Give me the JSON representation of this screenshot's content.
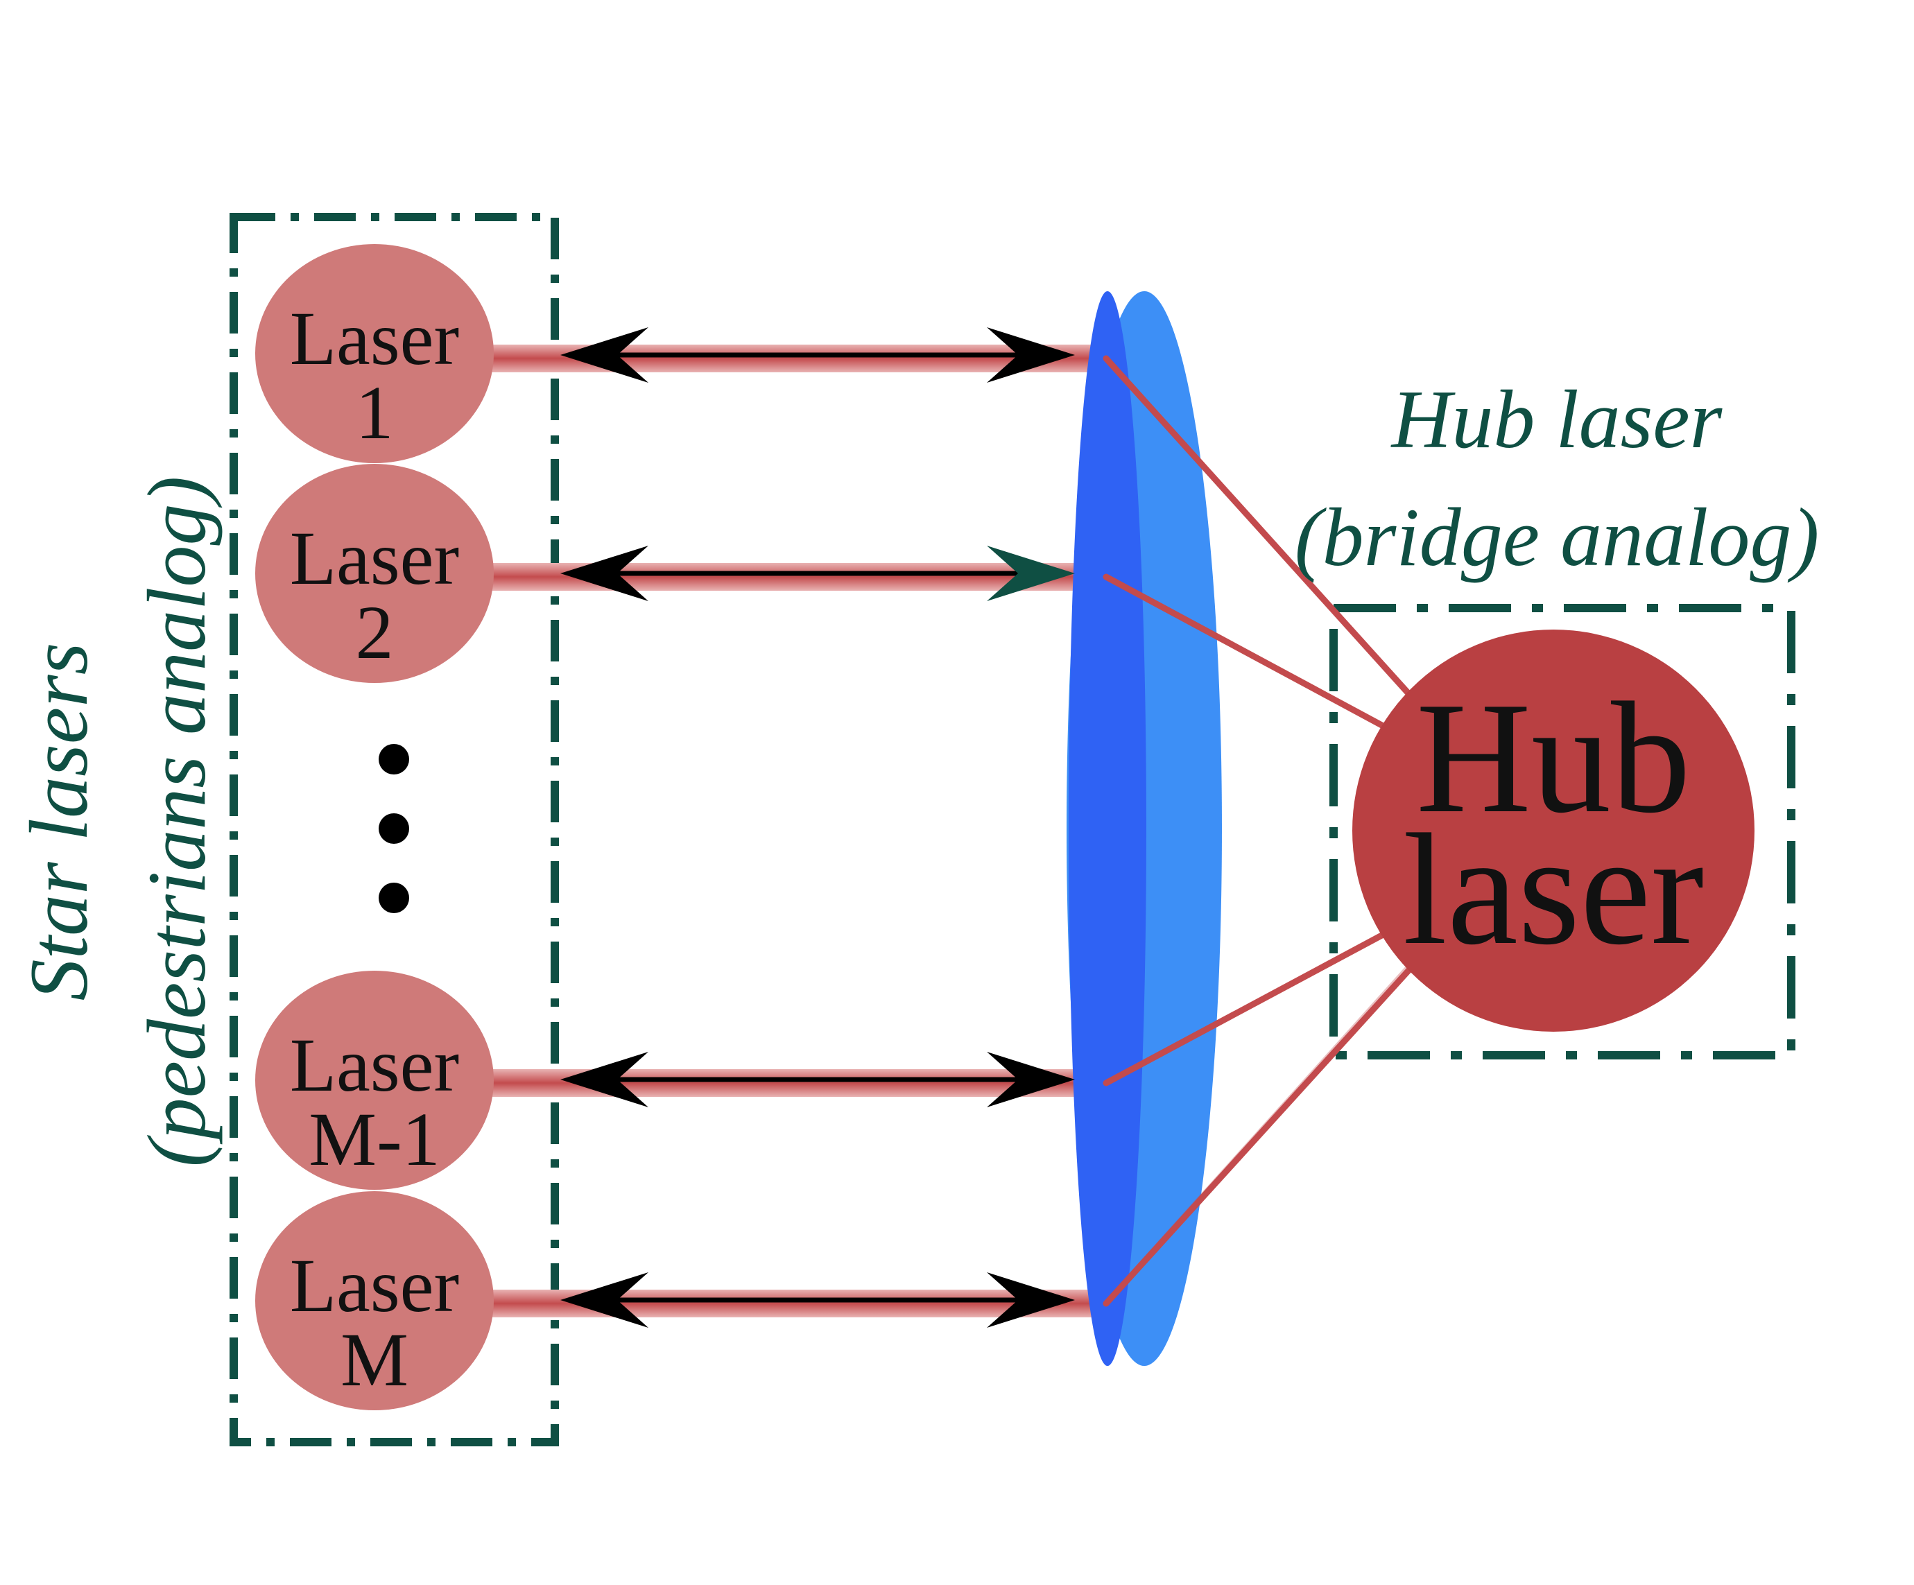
{
  "colors": {
    "star_laser_fill": "#cf7a79",
    "hub_laser_fill": "#b94042",
    "beam": "#c34b4d",
    "frame": "#0f4f43",
    "lens_front": "#2f62f4",
    "lens_back": "#3d8ff6",
    "arrow": "#000000"
  },
  "star_group": {
    "label_line1": "Star lasers",
    "label_line2": "(pedestrians analog)"
  },
  "star_lasers": [
    {
      "line1": "Laser",
      "line2": "1"
    },
    {
      "line1": "Laser",
      "line2": "2"
    },
    {
      "line1": "Laser",
      "line2": "M-1"
    },
    {
      "line1": "Laser",
      "line2": "M"
    }
  ],
  "hub_group": {
    "label_line1": "Hub laser",
    "label_line2": "(bridge analog)"
  },
  "hub_laser": {
    "line1": "Hub",
    "line2": "laser"
  },
  "icons": {
    "ellipsis": "vertical-ellipsis-icon",
    "lens": "lens-icon",
    "arrow": "double-headed-arrow-icon"
  }
}
